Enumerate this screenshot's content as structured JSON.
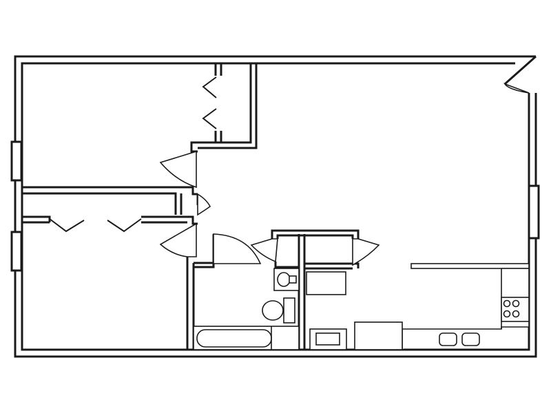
{
  "floor_plan": {
    "rooms": [
      "bedroom",
      "bedroom",
      "living area",
      "bathroom",
      "kitchen"
    ],
    "fixtures": [
      "bathtub",
      "toilet",
      "sink",
      "stove",
      "kitchen-sink",
      "refrigerator",
      "dishwasher"
    ]
  }
}
